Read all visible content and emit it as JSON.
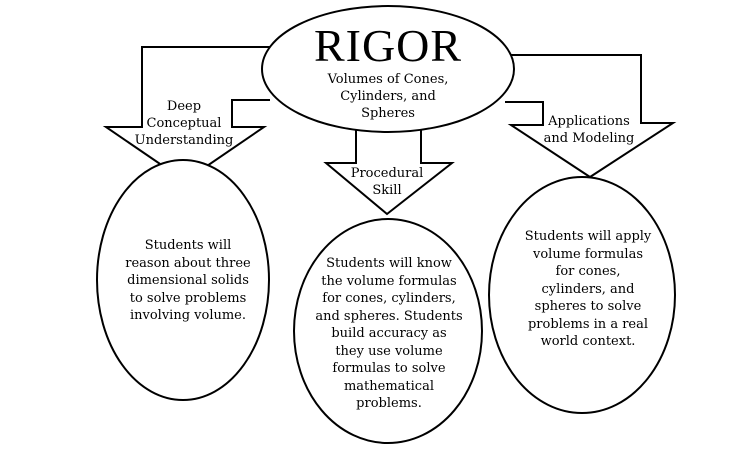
{
  "center": {
    "title": "RIGOR",
    "subtitle": "Volumes of Cones,\nCylinders, and\nSpheres"
  },
  "arrows": [
    {
      "label": "Deep\nConceptual\nUnderstanding"
    },
    {
      "label": "Procedural\nSkill"
    },
    {
      "label": "Applications\nand Modeling"
    }
  ],
  "circles": [
    {
      "text": "Students will\nreason about three\ndimensional solids\nto solve problems\ninvolving volume."
    },
    {
      "text": "Students will know\nthe volume formulas\nfor cones, cylinders,\nand spheres.  Students\nbuild accuracy as\nthey use volume\nformulas to solve\nmathematical\nproblems."
    },
    {
      "text": "Students will apply\nvolume formulas\nfor cones,\ncylinders, and\nspheres to solve\nproblems in a real\nworld context."
    }
  ],
  "colors": {
    "stroke": "#000000",
    "fill": "#ffffff",
    "text": "#000000"
  }
}
